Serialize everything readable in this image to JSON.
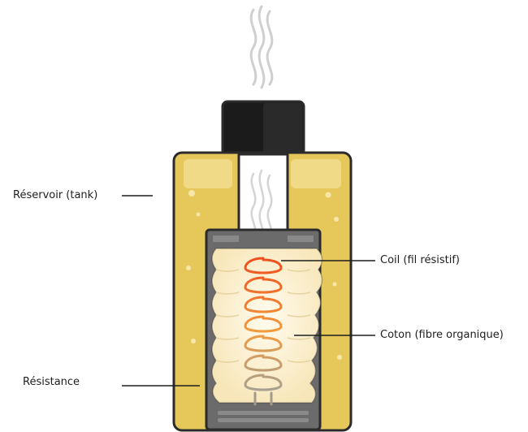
{
  "labels": {
    "tank": "Réservoir (tank)",
    "coil": "Coil (fil résistif)",
    "coton": "Coton (fibre organique)",
    "resistance": "Résistance"
  },
  "colors": {
    "liquid": "#e6c85a",
    "liquid_light": "#f2de94",
    "outline": "#2b2b2b",
    "drip_tip": "#1c1c1c",
    "metal": "#6b6b6b",
    "cotton": "#fbf0d2",
    "coil_hot": "#ef5a24",
    "coil_cool": "#a39a8a",
    "vapor": "#c9c9c9"
  },
  "icons": [
    "vapor-wisps",
    "coil-spiral"
  ]
}
